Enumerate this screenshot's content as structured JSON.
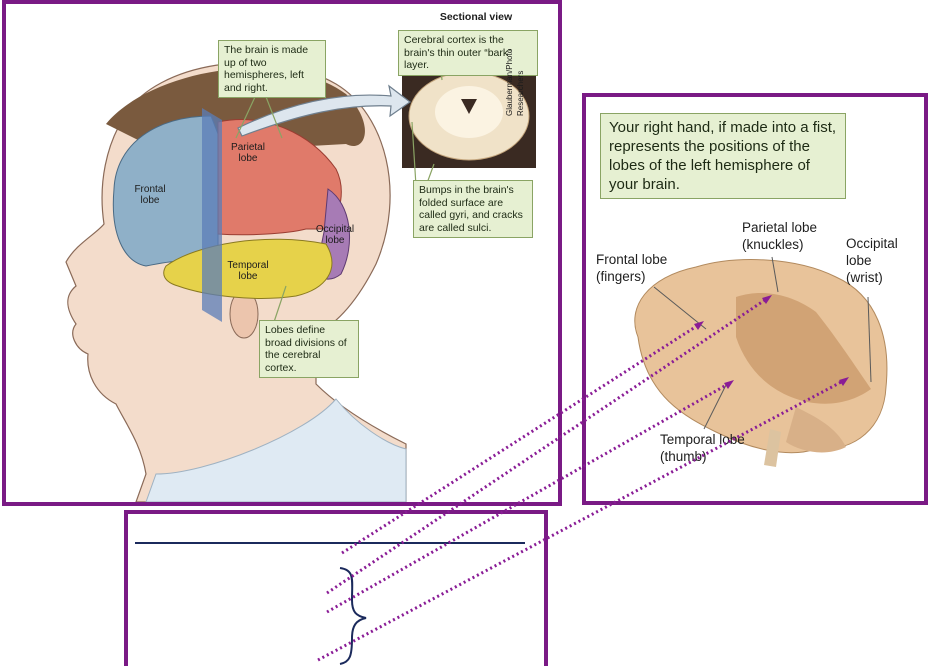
{
  "left": {
    "sectional_title": "Sectional view",
    "notes": {
      "hemispheres": "The brain is made up of two hemispheres, left and right.",
      "cortex": "Cerebral cortex is the brain's thin outer “bark” layer.",
      "gyri": "Bumps in the brain's folded surface are called gyri, and cracks are called sulci.",
      "lobes": "Lobes define broad divisions of the cerebral cortex."
    },
    "lobe_labels": {
      "frontal": "Frontal lobe",
      "parietal": "Parietal lobe",
      "occipital": "Occipital lobe",
      "temporal": "Temporal lobe"
    },
    "credit": "Glauberman/Photo Researchers"
  },
  "right": {
    "callout": "Your right hand, if made into a fist, represents the positions of the lobes of the left hemisphere of your brain.",
    "labels": {
      "frontal": "Frontal lobe (fingers)",
      "parietal": "Parietal lobe (knuckles)",
      "occipital": "Occipital lobe (wrist)",
      "temporal": "Temporal lobe (thumb)"
    }
  },
  "colors": {
    "frame": "#7a1a85",
    "frontal": "#8fb0c8",
    "parietal": "#e07a6a",
    "occipital": "#a77bb5",
    "temporal": "#e6d24a",
    "note_fill": "#e6f0d2",
    "dotted_arrow": "#8a1c96",
    "rule": "#1b2a5c"
  }
}
